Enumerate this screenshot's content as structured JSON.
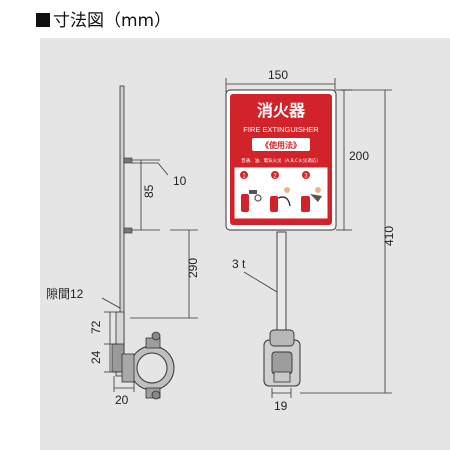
{
  "title": "寸法図（mm）",
  "dimensions": {
    "sign_width": "150",
    "sign_height": "200",
    "total_height": "410",
    "plate_thickness": "3 t",
    "pole_width": "19",
    "side_offset": "10",
    "side_85": "85",
    "side_290": "290",
    "gap_label": "隙間12",
    "clamp_72": "72",
    "clamp_24": "24",
    "clamp_20": "20"
  },
  "sign": {
    "title_jp": "消火器",
    "title_en": "FIRE EXTINGUISHER",
    "usage": "《使用法》",
    "small_text": "普通、油、電気火災（A,B,C火災適応）",
    "step_1": "1",
    "step_2": "2",
    "step_3": "3",
    "colors": {
      "red": "#d2232a",
      "white": "#ffffff"
    }
  }
}
